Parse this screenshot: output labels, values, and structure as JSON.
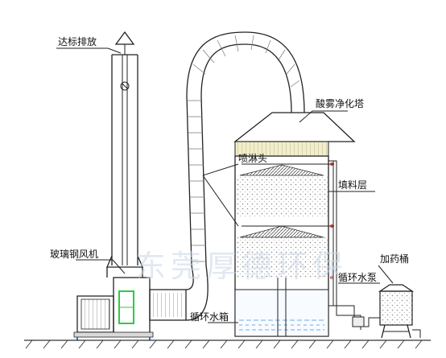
{
  "labels": {
    "exhaust": "达标排放",
    "tower": "酸雾净化塔",
    "spray": "喷淋头",
    "packing": "填料层",
    "fan": "玻璃钢风机",
    "dosing": "加药桶",
    "pump": "循环水泵",
    "tank": "循环水箱"
  },
  "watermark": "东莞厚德环保",
  "colors": {
    "line": "#222222",
    "fan_highlight": "#2ecc40",
    "watermark": "#c9d6e6",
    "ground": "#333333"
  }
}
